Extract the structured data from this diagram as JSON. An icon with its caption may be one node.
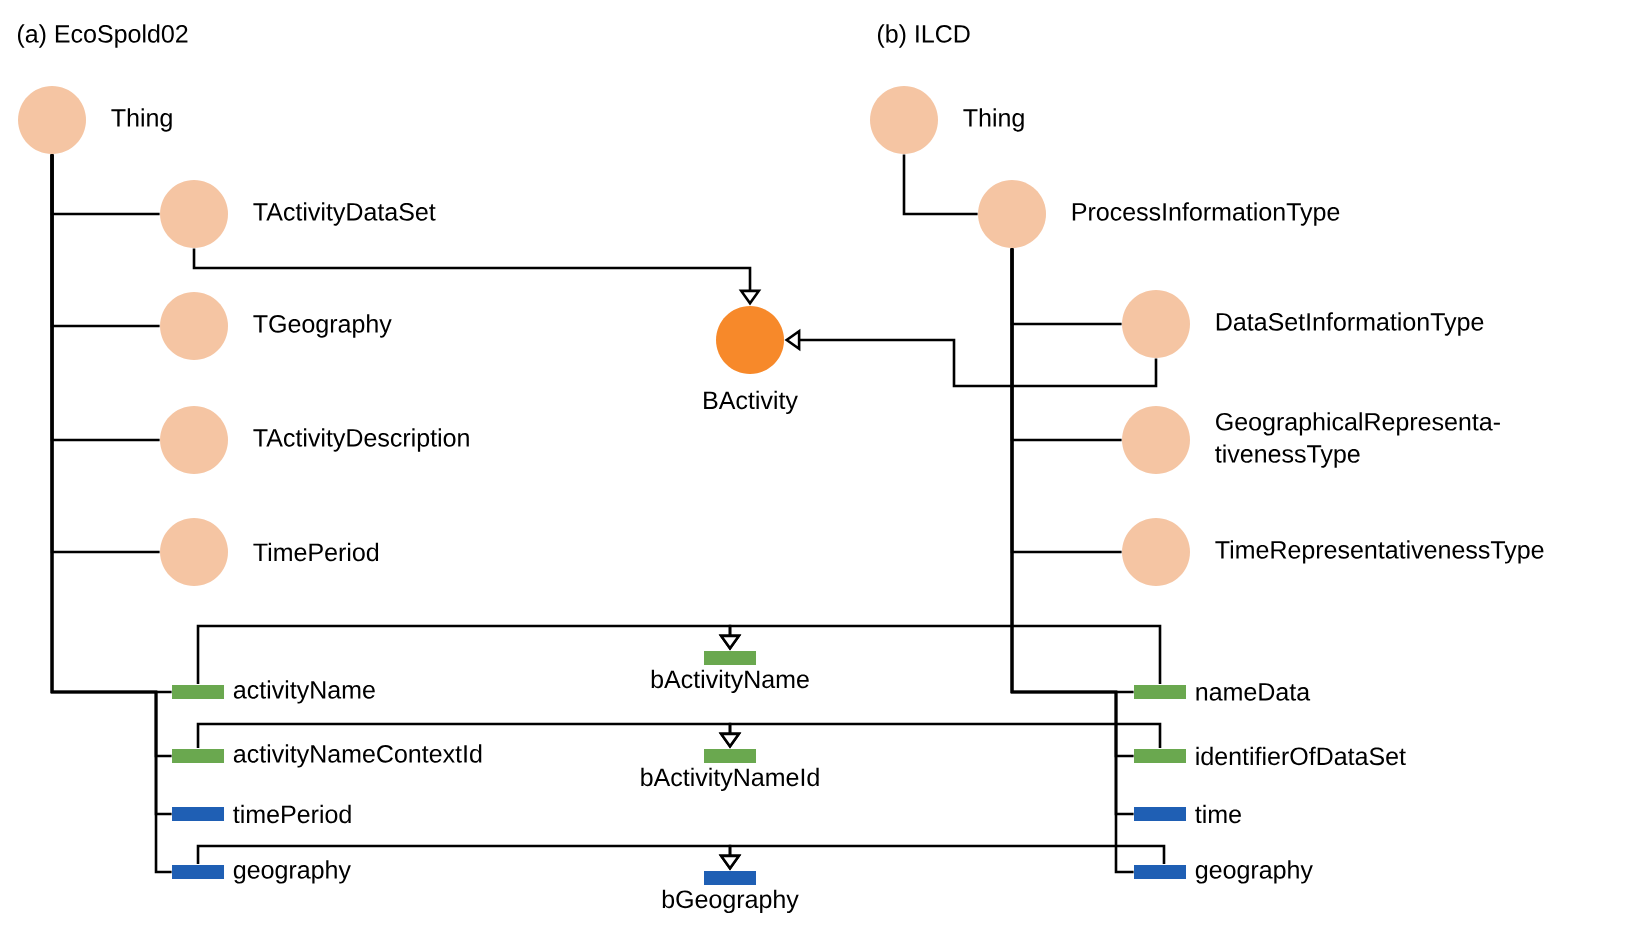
{
  "diagram": {
    "nodes": [
      {
        "text": [
          "Thing"
        ]
      },
      {
        "text": [
          "TActivityDataSet"
        ]
      },
      {
        "text": [
          "TGeography"
        ]
      },
      {
        "text": [
          "TActivityDescription"
        ]
      },
      {
        "text": [
          "TimePeriod"
        ]
      },
      {
        "text": [
          "BActivity"
        ]
      },
      {
        "text": [
          "Thing"
        ]
      },
      {
        "text": [
          "ProcessInformationType"
        ]
      },
      {
        "text": [
          "DataSetInformationType"
        ]
      },
      {
        "text": [
          "GeographicalRepresenta- tivenessType"
        ]
      },
      {
        "text": [
          "TimeRepresentativenessType"
        ]
      },
      {
        "text": [
          "activityName"
        ]
      },
      {
        "text": [
          "activityNameContextId"
        ]
      },
      {
        "text": [
          "timePeriod"
        ]
      },
      {
        "text": [
          "geography"
        ]
      },
      {
        "text": [
          "bActivityName"
        ]
      },
      {
        "text": [
          "bActivityNameId"
        ]
      },
      {
        "text": [
          "bGeography"
        ]
      },
      {
        "text": [
          "nameData"
        ]
      },
      {
        "text": [
          "identifierOfDataSet"
        ]
      },
      {
        "text": [
          "time"
        ]
      },
      {
        "text": [
          "geography"
        ]
      }
    ],
    "edges": [
      {
        "from": 0,
        "to": 1,
        "arrow": "none"
      },
      {
        "from": 0,
        "to": 2,
        "arrow": "none"
      },
      {
        "from": 0,
        "to": 3,
        "arrow": "none"
      },
      {
        "from": 0,
        "to": 4,
        "arrow": "none"
      },
      {
        "from": 0,
        "to": 11,
        "arrow": "none"
      },
      {
        "from": 0,
        "to": 12,
        "arrow": "none"
      },
      {
        "from": 0,
        "to": 13,
        "arrow": "none"
      },
      {
        "from": 0,
        "to": 14,
        "arrow": "none"
      },
      {
        "from": 1,
        "to": 5,
        "arrow": "to"
      },
      {
        "from": 6,
        "to": 7,
        "arrow": "none"
      },
      {
        "from": 7,
        "to": 8,
        "arrow": "none"
      },
      {
        "from": 7,
        "to": 9,
        "arrow": "none"
      },
      {
        "from": 7,
        "to": 10,
        "arrow": "none"
      },
      {
        "from": 7,
        "to": 18,
        "arrow": "none"
      },
      {
        "from": 7,
        "to": 19,
        "arrow": "none"
      },
      {
        "from": 7,
        "to": 20,
        "arrow": "none"
      },
      {
        "from": 7,
        "to": 21,
        "arrow": "none"
      },
      {
        "from": 8,
        "to": 5,
        "arrow": "to"
      },
      {
        "from": 11,
        "to": 15,
        "arrow": "to"
      },
      {
        "from": 18,
        "to": 15,
        "arrow": "to"
      },
      {
        "from": 12,
        "to": 16,
        "arrow": "to"
      },
      {
        "from": 19,
        "to": 16,
        "arrow": "to"
      },
      {
        "from": 14,
        "to": 17,
        "arrow": "to"
      },
      {
        "from": 21,
        "to": 17,
        "arrow": "to"
      }
    ],
    "labels": [
      "(a) EcoSpold02",
      "(b) ILCD"
    ]
  }
}
